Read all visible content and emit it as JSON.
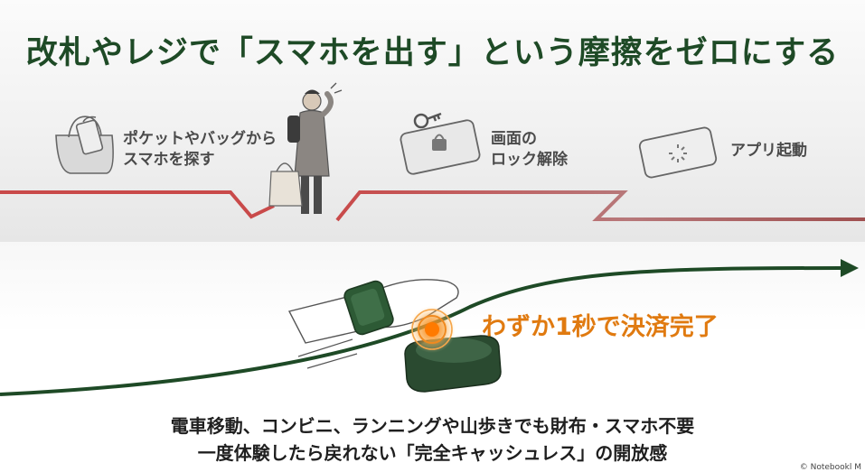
{
  "title": "改札やレジで「スマホを出す」という摩擦をゼロにする",
  "steps": [
    {
      "label": "ポケットやバッグから\nスマホを探す",
      "icon": "bag-phone-icon"
    },
    {
      "label": "画面の\nロック解除",
      "icon": "phone-lock-icon"
    },
    {
      "label": "アプリ起動",
      "icon": "phone-loading-icon"
    }
  ],
  "highlight": "わずか1秒で決済完了",
  "captions": [
    "電車移動、コンビニ、ランニングや山歩きでも財布・スマホ不要",
    "一度体験したら戻れない「完全キャッシュレス」の開放感"
  ],
  "credit": "© Notebookl M",
  "colors": {
    "title": "#1e4a26",
    "friction_line": "#c94a4a",
    "success_line": "#1e4a26",
    "highlight": "#e07a10"
  }
}
